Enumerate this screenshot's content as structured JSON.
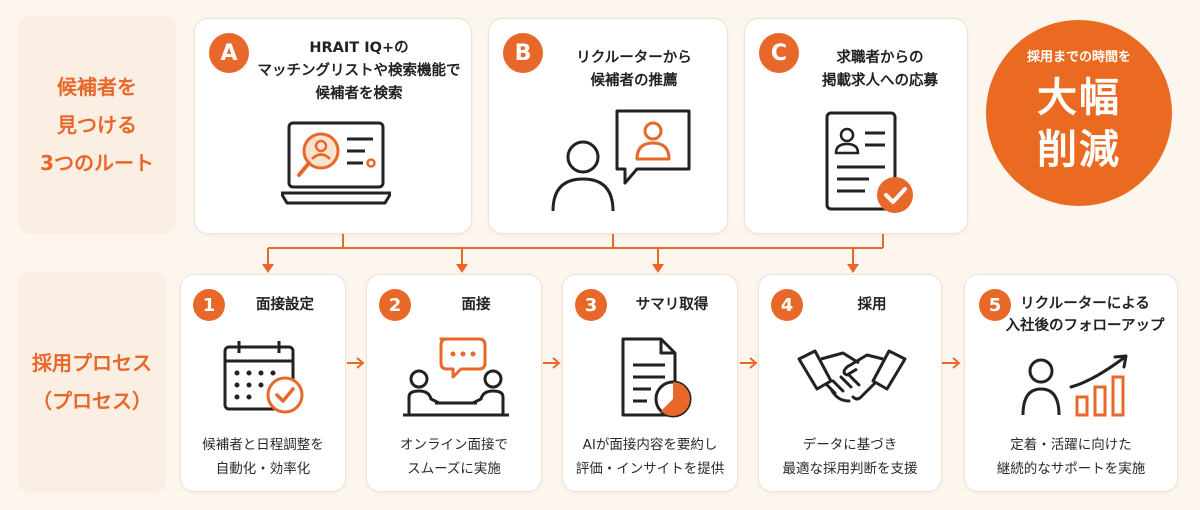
{
  "colors": {
    "accent": "#e8682a",
    "background": "#fdf6ef",
    "label_bg": "#fbeee2",
    "card": "#ffffff"
  },
  "routes_label": "候補者を\n見つける\n3つのルート",
  "process_label": "採用プロセス\n（プロセス）",
  "routes": [
    {
      "letter": "A",
      "title": "HRAIT IQ+の\nマッチングリストや検索機能で\n候補者を検索",
      "icon": "laptop-search-icon"
    },
    {
      "letter": "B",
      "title": "リクルーターから\n候補者の推薦",
      "icon": "recommendation-icon"
    },
    {
      "letter": "C",
      "title": "求職者からの\n掲載求人への応募",
      "icon": "application-document-icon"
    }
  ],
  "highlight": {
    "subtitle": "採用までの時間を",
    "main": "大幅\n削減"
  },
  "steps": [
    {
      "number": "1",
      "title": "面接設定",
      "desc": "候補者と日程調整を\n自動化・効率化",
      "icon": "calendar-check-icon"
    },
    {
      "number": "2",
      "title": "面接",
      "desc": "オンライン面接で\nスムーズに実施",
      "icon": "interview-icon"
    },
    {
      "number": "3",
      "title": "サマリ取得",
      "desc": "AIが面接内容を要約し\n評価・インサイトを提供",
      "icon": "summary-document-icon"
    },
    {
      "number": "4",
      "title": "採用",
      "desc": "データに基づき\n最適な採用判断を支援",
      "icon": "handshake-icon"
    },
    {
      "number": "5",
      "title": "リクルーターによる\n入社後のフォローアップ",
      "desc": "定着・活躍に向けた\n継続的なサポートを実施",
      "icon": "growth-chart-icon"
    }
  ]
}
